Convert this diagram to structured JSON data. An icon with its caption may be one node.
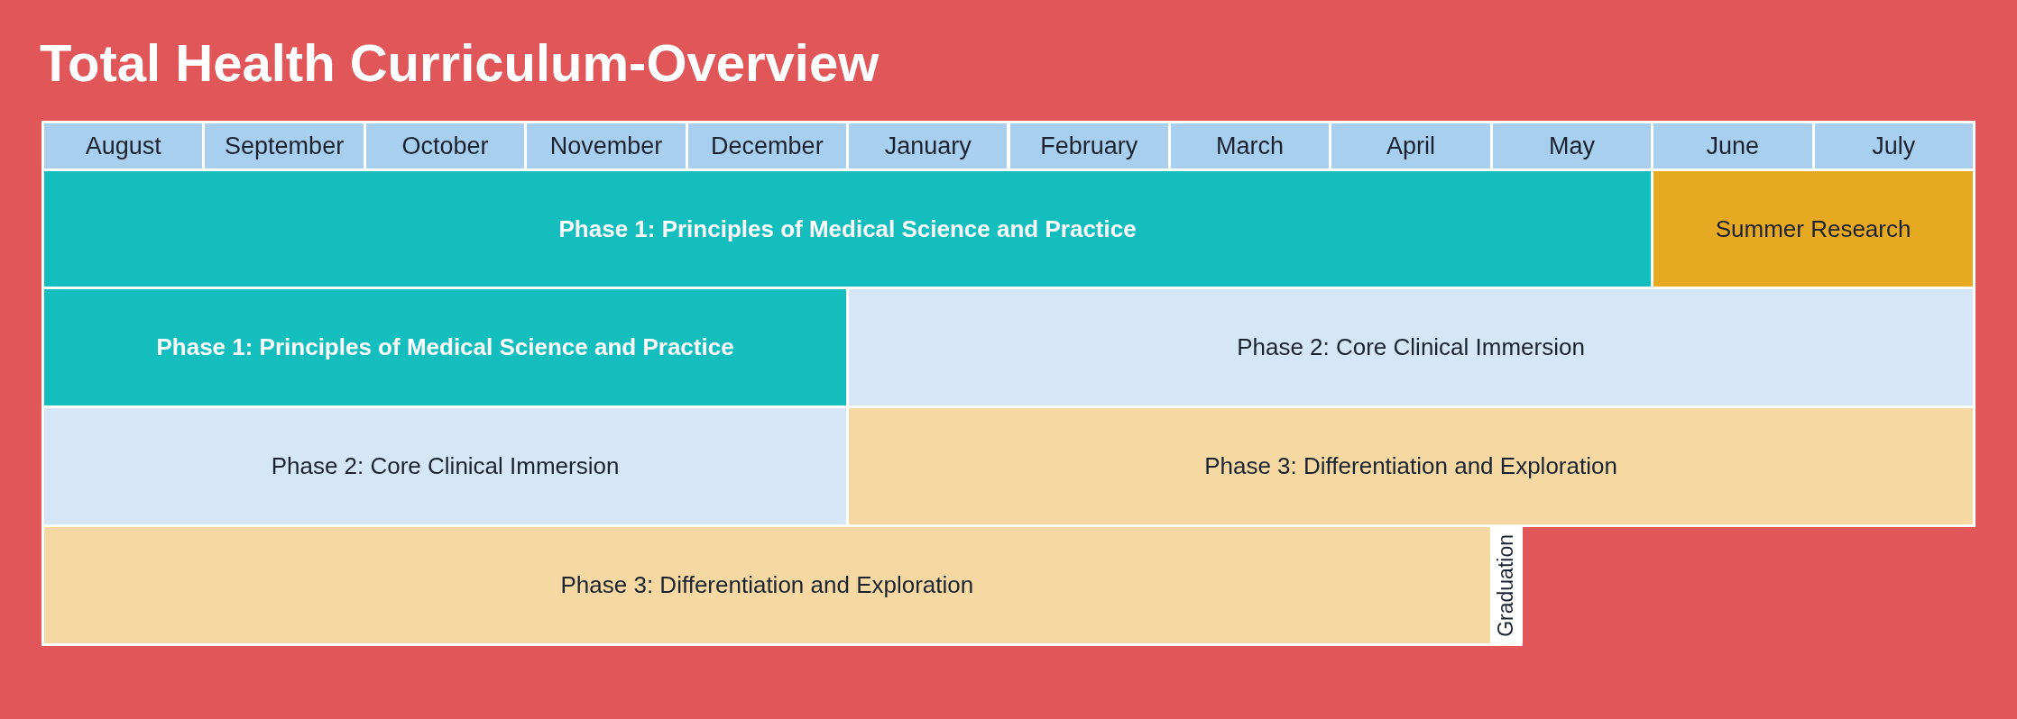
{
  "diagram": {
    "title": "Total Health Curriculum-Overview",
    "nodes": [
      {
        "text": [
          "August"
        ]
      },
      {
        "text": [
          "September"
        ]
      },
      {
        "text": [
          "October"
        ]
      },
      {
        "text": [
          "November"
        ]
      },
      {
        "text": [
          "December"
        ]
      },
      {
        "text": [
          "January"
        ]
      },
      {
        "text": [
          "February"
        ]
      },
      {
        "text": [
          "March"
        ]
      },
      {
        "text": [
          "April"
        ]
      },
      {
        "text": [
          "May"
        ]
      },
      {
        "text": [
          "June"
        ]
      },
      {
        "text": [
          "July"
        ]
      },
      {
        "text": [
          "Phase 1: Principles of Medical Science and Practice"
        ]
      },
      {
        "text": [
          "Summer Research"
        ]
      },
      {
        "text": [
          "Phase 1: Principles of Medical Science and Practice"
        ]
      },
      {
        "text": [
          "Phase 2: Core Clinical Immersion"
        ]
      },
      {
        "text": [
          "Phase 2: Core Clinical Immersion"
        ]
      },
      {
        "text": [
          "Phase 3: Differentiation and Exploration"
        ]
      },
      {
        "text": [
          "Phase 3: Differentiation and Exploration"
        ]
      },
      {
        "text": [
          "Graduation"
        ]
      }
    ]
  }
}
